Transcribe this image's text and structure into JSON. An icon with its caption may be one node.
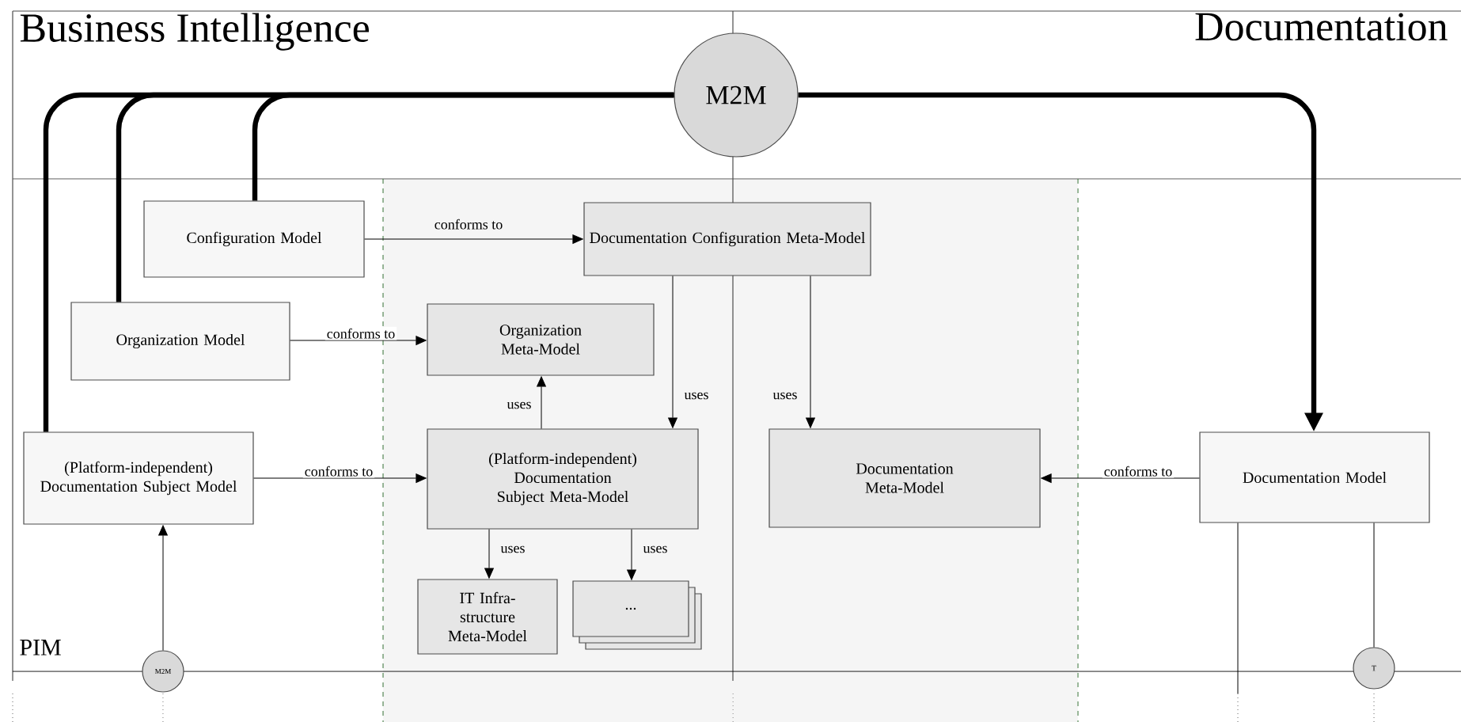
{
  "diagram": {
    "nodes": [
      {
        "text": [
          "M2M"
        ]
      },
      {
        "text": [
          "Configuration Model"
        ]
      },
      {
        "text": [
          "Documentation Configuration Meta-Model"
        ]
      },
      {
        "text": [
          "Organization Model"
        ]
      },
      {
        "text": [
          "Organization Meta-Model"
        ]
      },
      {
        "text": [
          "(Platform-independent) Documentation Subject Model"
        ]
      },
      {
        "text": [
          "(Platform-independent) Documentation Subject Meta-Model"
        ]
      },
      {
        "text": [
          "IT Infra-structure Meta-Model"
        ]
      },
      {
        "text": [
          "..."
        ]
      },
      {
        "text": [
          "Documentation Meta-Model"
        ]
      },
      {
        "text": [
          "Documentation Model"
        ]
      },
      {
        "text": [
          "M2M"
        ]
      },
      {
        "text": [
          "T"
        ]
      }
    ],
    "edges": [
      {
        "from": 1,
        "to": 2,
        "arrow": "to",
        "label": "conforms to"
      },
      {
        "from": 3,
        "to": 4,
        "arrow": "to",
        "label": "conforms to"
      },
      {
        "from": 5,
        "to": 6,
        "arrow": "to",
        "label": "conforms to"
      },
      {
        "from": 10,
        "to": 9,
        "arrow": "to",
        "label": "conforms to"
      },
      {
        "from": 6,
        "to": 4,
        "arrow": "to",
        "label": "uses"
      },
      {
        "from": 2,
        "to": 6,
        "arrow": "to",
        "label": "uses"
      },
      {
        "from": 2,
        "to": 9,
        "arrow": "to",
        "label": "uses"
      },
      {
        "from": 6,
        "to": 7,
        "arrow": "to",
        "label": "uses"
      },
      {
        "from": 6,
        "to": 8,
        "arrow": "to",
        "label": "uses"
      },
      {
        "from": 11,
        "to": 5,
        "arrow": "to"
      },
      {
        "from": 1,
        "to": 0,
        "arrow": "none",
        "style": "thick"
      },
      {
        "from": 3,
        "to": 0,
        "arrow": "none",
        "style": "thick"
      },
      {
        "from": 5,
        "to": 0,
        "arrow": "none",
        "style": "thick"
      },
      {
        "from": 0,
        "to": 10,
        "arrow": "to",
        "style": "thick"
      },
      {
        "from": 10,
        "to": 12,
        "arrow": "none"
      },
      {
        "from": 10,
        "to": null,
        "arrow": "none"
      }
    ],
    "labels": [
      "Business Intelligence",
      "Documentation",
      "PIM"
    ]
  }
}
